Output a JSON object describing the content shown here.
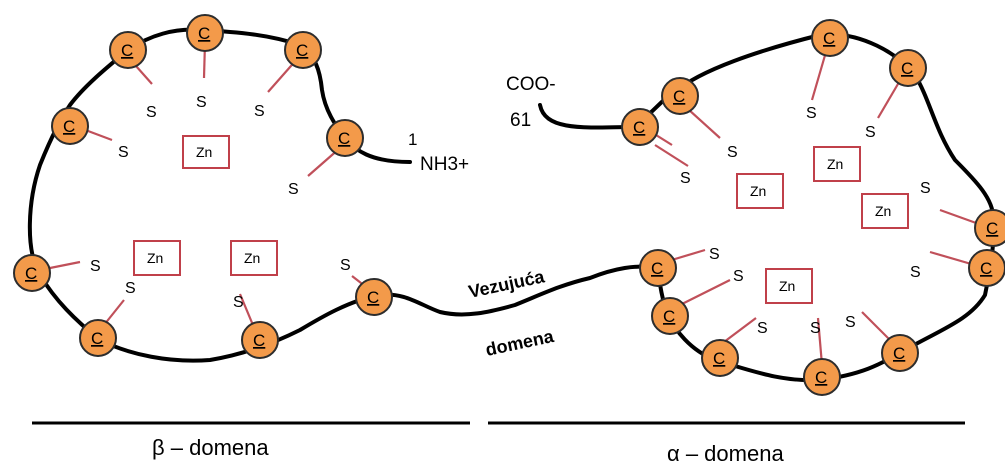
{
  "labels": {
    "cysteine": "C",
    "sulfur": "S",
    "zinc": "Zn",
    "n_term_number": "1",
    "n_term": "NH3+",
    "c_term": "COO-",
    "c_term_number": "61",
    "linker_line1": "Vezujuća",
    "linker_line2": "domena",
    "beta_domain": "β – domena",
    "alpha_domain": "α – domena"
  },
  "colors": {
    "cysteine_fill": "#f39a4a",
    "bond": "#c0505a",
    "zinc_box": "#c0404a",
    "chain": "#000000"
  }
}
